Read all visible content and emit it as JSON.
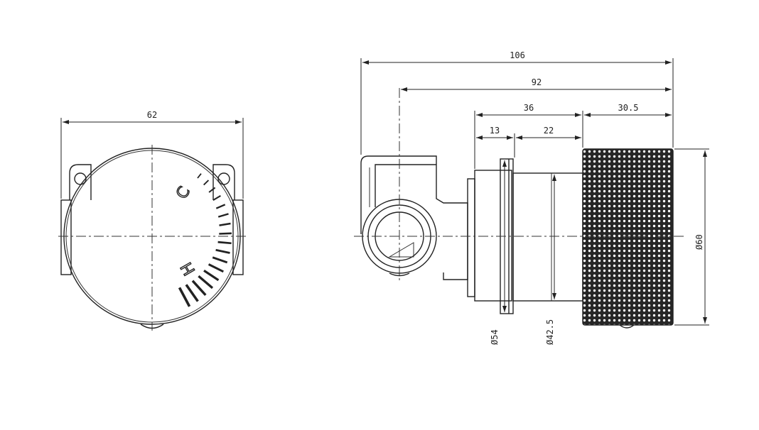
{
  "front_view": {
    "width_dim": "62",
    "hot_mark": "H",
    "cold_mark": "C"
  },
  "side_view": {
    "overall_length": "106",
    "to_center": "92",
    "body_length": "36",
    "knob_length": "30.5",
    "flange_thickness": "13",
    "sleeve_length": "22",
    "flange_dia": "Ø54",
    "sleeve_dia": "Ø42.5",
    "knob_dia": "Ø60"
  },
  "colors": {
    "line": "#222222",
    "knurl": "#2a2a2a",
    "background": "#ffffff"
  }
}
